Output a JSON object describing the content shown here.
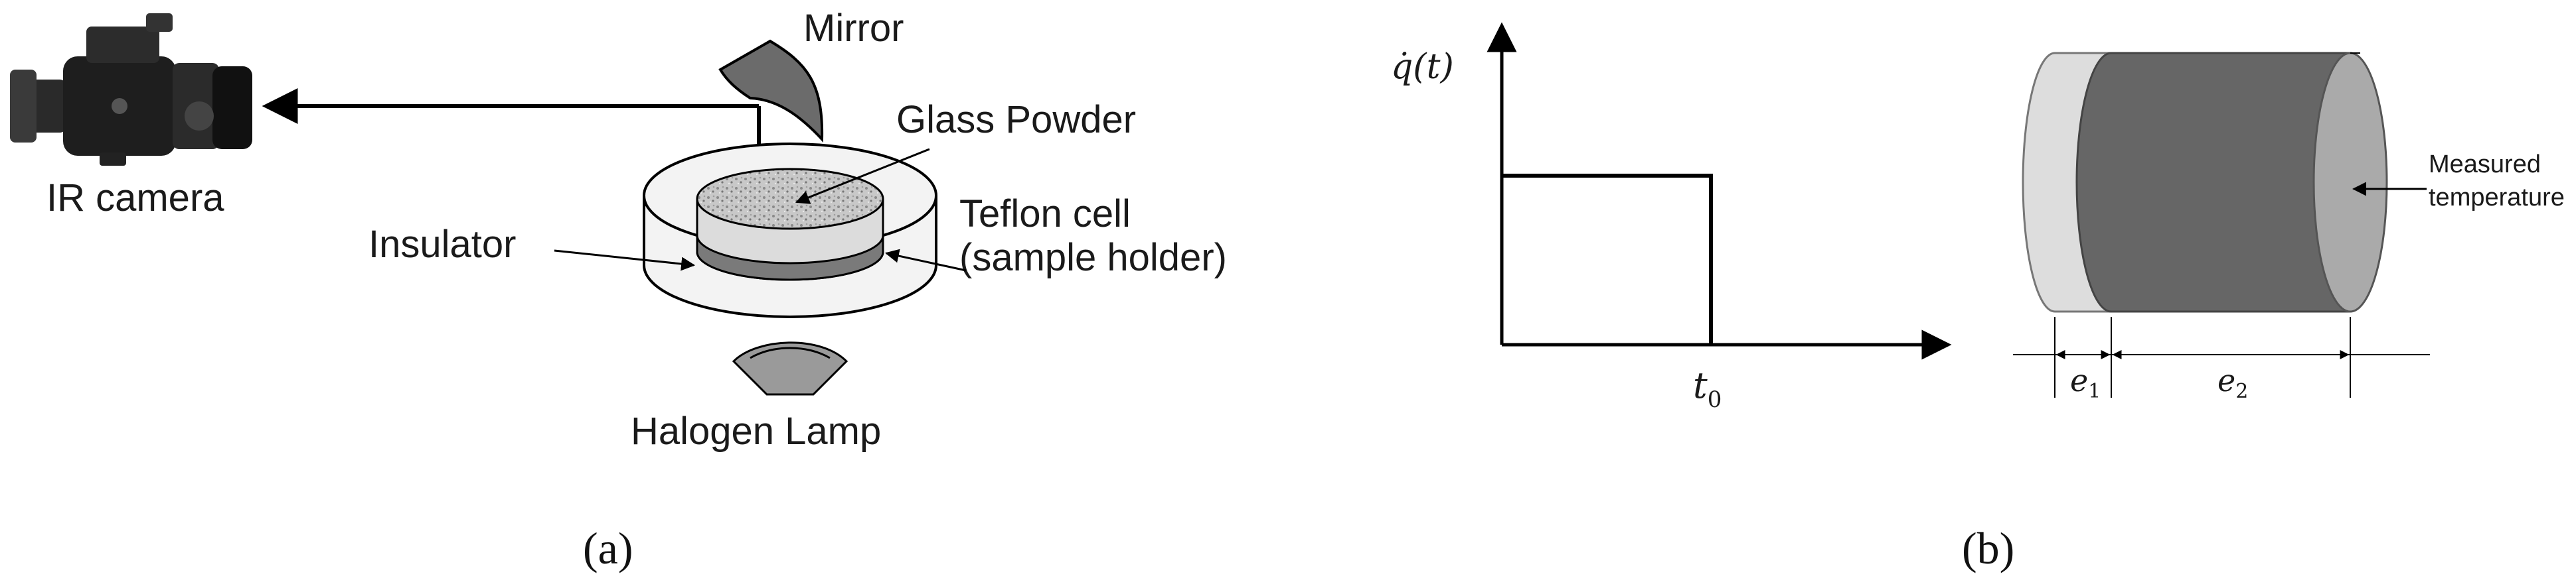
{
  "panel_a": {
    "caption": "(a)",
    "labels": {
      "mirror": "Mirror",
      "glass_powder": "Glass Powder",
      "ir_camera": "IR camera",
      "teflon_cell": "Teflon cell",
      "sample_holder": "(sample holder)",
      "insulator": "Insulator",
      "halogen_lamp": "Halogen Lamp"
    }
  },
  "panel_b": {
    "caption": "(b)",
    "graph": {
      "y_label": "q̇(t)",
      "x_label": "t",
      "x_label_sub": "0"
    },
    "cylinder": {
      "measured_line1": "Measured",
      "measured_line2": "temperature",
      "e1": "e",
      "e1_sub": "1",
      "e2": "e",
      "e2_sub": "2"
    }
  },
  "colors": {
    "ink": "#000000",
    "mirror_fill": "#6b6b6b",
    "lamp_fill": "#9a9a9a",
    "sample_fill": "#7a7a7a",
    "teflon_fill": "#f3f3f3",
    "layer1_fill": "#dddddd",
    "layer2_fill": "#666666",
    "end_face_fill": "#aaaaaa"
  }
}
